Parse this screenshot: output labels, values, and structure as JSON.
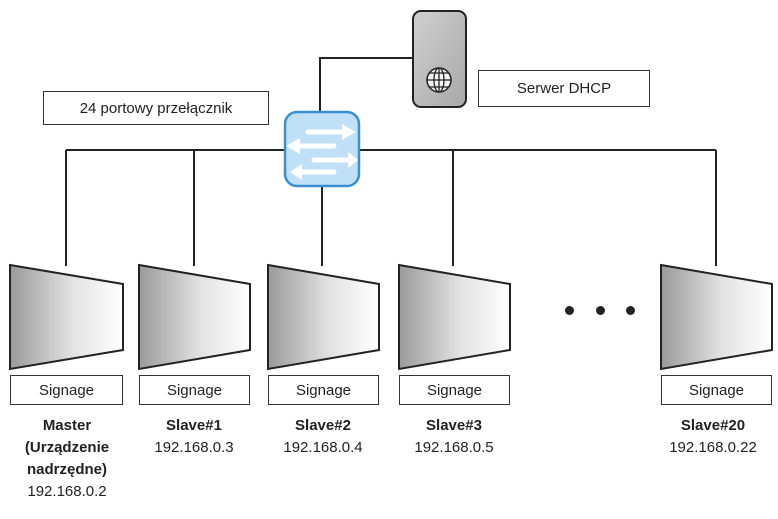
{
  "switch_label": "24 portowy przełącznik",
  "server_label": "Serwer DHCP",
  "devices": [
    {
      "box": "Signage",
      "name": "Master",
      "name2": "(Urządzenie",
      "name3": "nadrzędne)",
      "ip": "192.168.0.2"
    },
    {
      "box": "Signage",
      "name": "Slave#1",
      "ip": "192.168.0.3"
    },
    {
      "box": "Signage",
      "name": "Slave#2",
      "ip": "192.168.0.4"
    },
    {
      "box": "Signage",
      "name": "Slave#3",
      "ip": "192.168.0.5"
    },
    {
      "box": "Signage",
      "name": "Slave#20",
      "ip": "192.168.0.22"
    }
  ],
  "icons": {
    "switch": "network-switch-icon",
    "server": "server-globe-icon",
    "ellipsis": "ellipsis-icon"
  },
  "colors": {
    "switch_fill": "#bfe0f7",
    "switch_stroke": "#3a8fd0",
    "server_fill": "#b8b8b8",
    "line": "#222222"
  }
}
